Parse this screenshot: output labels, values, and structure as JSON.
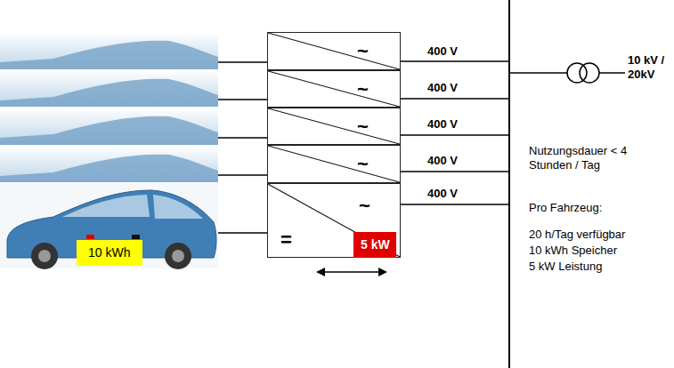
{
  "diagram": {
    "nodes": [
      {
        "text": [
          "~"
        ]
      },
      {
        "text": [
          "~"
        ]
      },
      {
        "text": [
          "~"
        ]
      },
      {
        "text": [
          "~"
        ]
      },
      {
        "text": [
          "~",
          "="
        ]
      },
      {
        "text": [
          "5 kW"
        ],
        "in": 4
      },
      {
        "text": [
          "10 kWh"
        ]
      }
    ],
    "labels": [
      "400 V",
      "400 V",
      "400 V",
      "400 V",
      "400 V",
      "10 kV / 20kV",
      "Nutzungsdauer < 4 Stunden / Tag",
      "Pro Fahrzeug:",
      "20 h/Tag verfügbar",
      "10 kWh Speicher",
      "5 kW Leistung"
    ]
  }
}
